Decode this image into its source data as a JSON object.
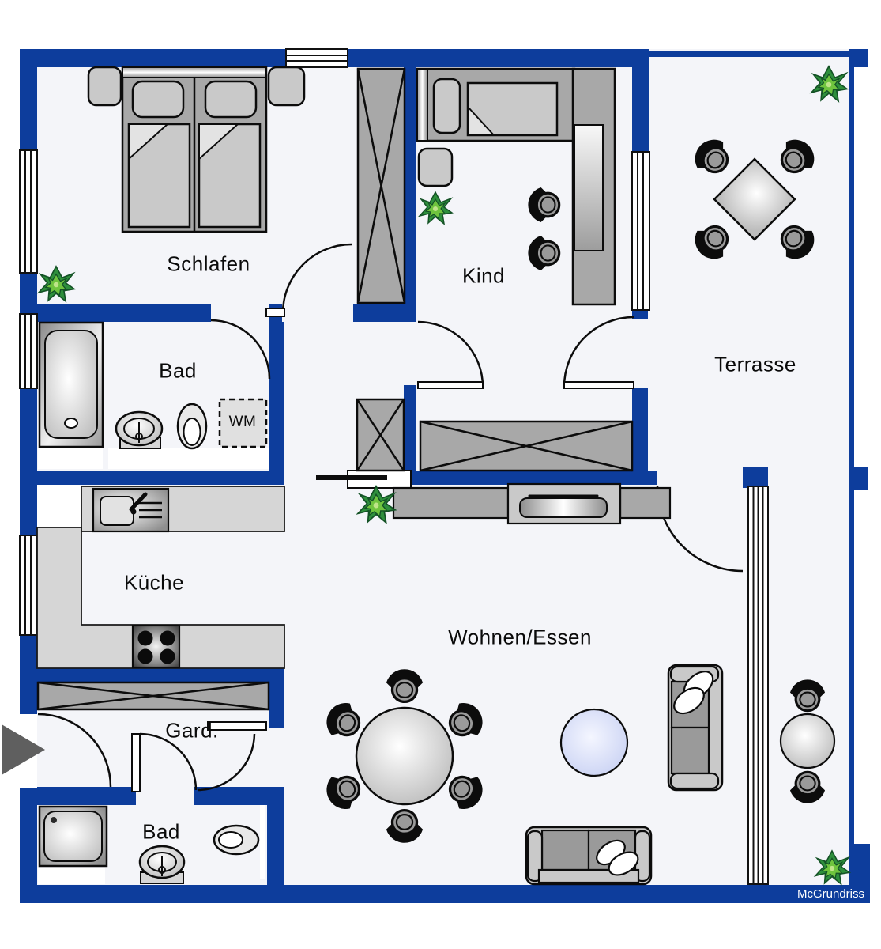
{
  "rooms": [
    {
      "id": "schlafen",
      "label": "Schlafen"
    },
    {
      "id": "kind",
      "label": "Kind"
    },
    {
      "id": "bad-top",
      "label": "Bad"
    },
    {
      "id": "terrasse",
      "label": "Terrasse"
    },
    {
      "id": "kueche",
      "label": "Küche"
    },
    {
      "id": "wohnen-essen",
      "label": "Wohnen/Essen"
    },
    {
      "id": "garderobe",
      "label": "Gard."
    },
    {
      "id": "bad-bottom",
      "label": "Bad"
    }
  ],
  "appliances": {
    "washing_machine_label": "WM"
  },
  "watermark": {
    "text": "McGrundriss"
  },
  "furniture_icons": [
    "double-bed-icon",
    "single-bed-icon",
    "nightstand-icon",
    "wardrobe-icon",
    "desk-icon",
    "chair-icon",
    "dining-table-icon",
    "terrace-table-icon",
    "round-table-icon",
    "sofa-icon",
    "pillow-icon",
    "rug-icon",
    "tv-sideboard-icon",
    "bathtub-icon",
    "shower-icon",
    "sink-icon",
    "toilet-icon",
    "washing-machine-icon",
    "kitchen-sink-icon",
    "stove-icon",
    "plant-icon",
    "entrance-arrow-icon",
    "window-icon",
    "door-arc-icon"
  ],
  "colors": {
    "wall": "#0d3d9c",
    "floor": "#f4f5f9",
    "outline": "#0c0c0c",
    "furniture": "#a8a8a8",
    "furniture_light": "#c9c9c9",
    "counter": "#d6d6d6",
    "rug": "#ccd4f4",
    "plant_dark": "#2e8f3c",
    "plant_light": "#6fc43e",
    "watermark_text": "#ffffff"
  }
}
